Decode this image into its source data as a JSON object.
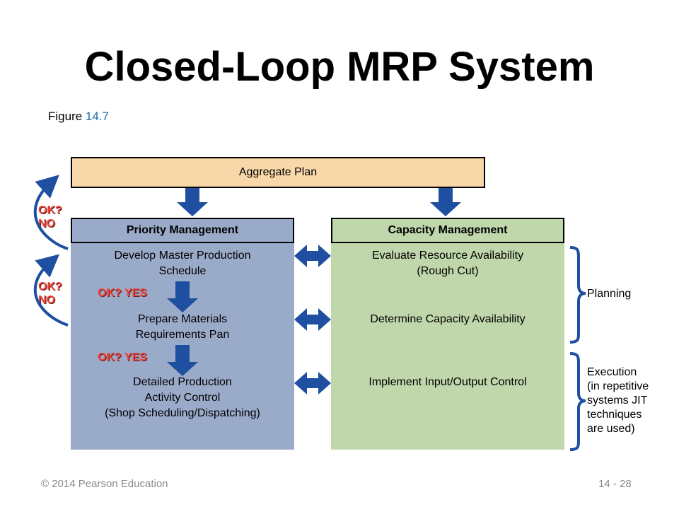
{
  "title": "Closed-Loop MRP System",
  "figure": {
    "prefix": "Figure",
    "number": "14.7"
  },
  "aggregate_plan": "Aggregate Plan",
  "priority": {
    "header": "Priority Management",
    "steps": [
      {
        "line1": "Develop Master Production",
        "line2": "Schedule"
      },
      {
        "line1": "Prepare Materials",
        "line2": "Requirements Pan"
      },
      {
        "line1": "Detailed Production",
        "line2": "Activity Control",
        "line3": "(Shop Scheduling/Dispatching)"
      }
    ],
    "ok_yes": [
      "OK? YES",
      "OK? YES"
    ]
  },
  "capacity": {
    "header": "Capacity Management",
    "steps": [
      {
        "line1": "Evaluate Resource Availability",
        "line2": "(Rough Cut)"
      },
      {
        "line1": "Determine Capacity Availability"
      },
      {
        "line1": "Implement Input/Output Control"
      }
    ]
  },
  "feedback": [
    {
      "ok": "OK?",
      "no": "NO"
    },
    {
      "ok": "OK?",
      "no": "NO"
    }
  ],
  "brackets": {
    "planning": "Planning",
    "execution": [
      "Execution",
      "(in repetitive",
      "systems JIT",
      "techniques",
      "are used)"
    ]
  },
  "footer": {
    "copyright": "© 2014 Pearson Education",
    "page": "14 - 28"
  },
  "colors": {
    "aggregate_fill": "#f8d7a8",
    "priority_fill": "#9aaac9",
    "capacity_fill": "#bfd7ab",
    "arrow_blue": "#1f4fa0",
    "ok_red": "#e8453c"
  }
}
